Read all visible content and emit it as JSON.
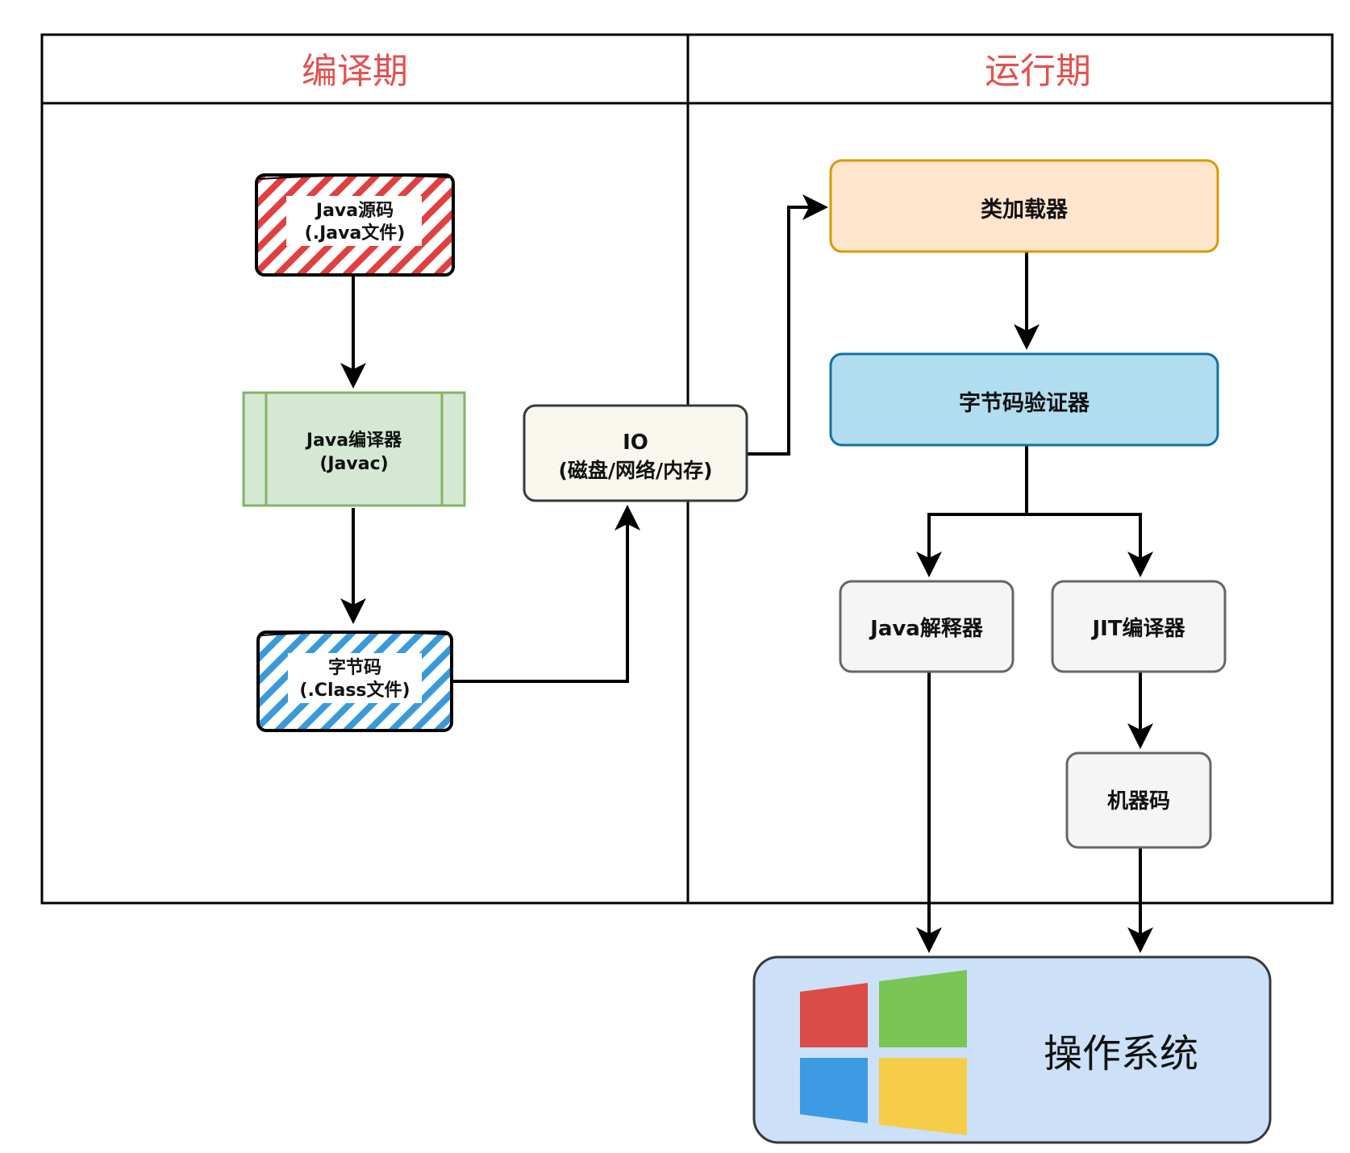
{
  "lanes": {
    "compile": "编译期",
    "runtime": "运行期"
  },
  "nodes": {
    "java_source": {
      "line1": "Java源码",
      "line2": "(.Java文件)"
    },
    "java_compiler": {
      "line1": "Java编译器",
      "line2": "(Javac)"
    },
    "bytecode": {
      "line1": "字节码",
      "line2": "(.Class文件)"
    },
    "io": {
      "line1": "IO",
      "line2": "(磁盘/网络/内存)"
    },
    "class_loader": "类加载器",
    "bytecode_verifier": "字节码验证器",
    "java_interpreter": "Java解释器",
    "jit_compiler": "JIT编译器",
    "machine_code": "机器码",
    "os": "操作系统"
  },
  "colors": {
    "lane_title": "#e05252",
    "source_hatch": "#e04040",
    "bytecode_hatch": "#3a9ad9",
    "compiler_fill": "#d5e8d4",
    "compiler_stroke": "#82b366",
    "io_fill": "#f9f7ed",
    "loader_fill": "#ffe6cc",
    "loader_stroke": "#d79b00",
    "verifier_fill": "#b1ddf0",
    "verifier_stroke": "#10739e",
    "gray_fill": "#f5f5f5",
    "gray_stroke": "#666666",
    "os_fill": "#cce0f7",
    "os_stroke": "#36393d",
    "win_red": "#db4c46",
    "win_green": "#7ac553",
    "win_blue": "#3d9be4",
    "win_yellow": "#f5cd48"
  },
  "icons": {
    "os_logo": "windows-logo-icon"
  }
}
